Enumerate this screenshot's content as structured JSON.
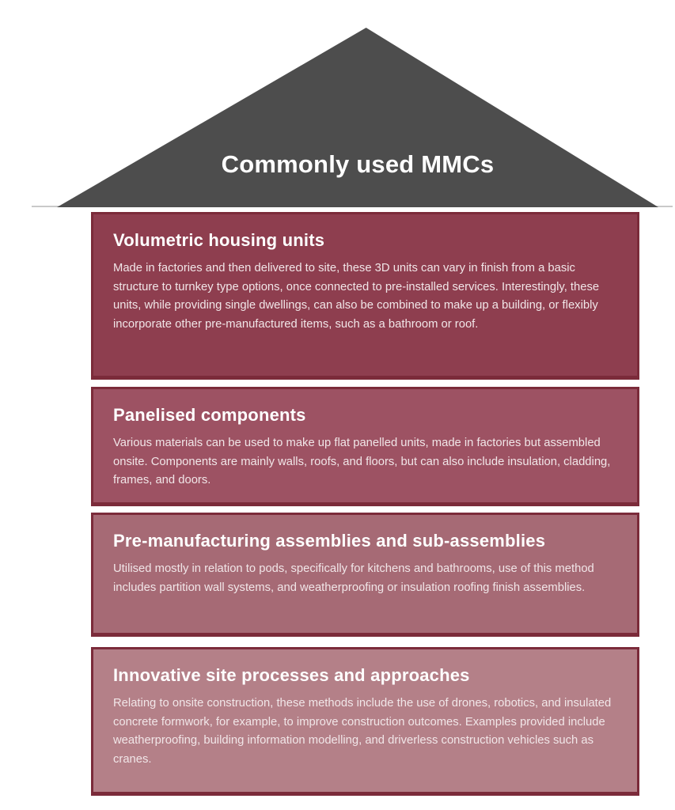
{
  "title": "Commonly used MMCs",
  "colors": {
    "roof": "#4d4d4d",
    "box_border": "#7b2b3a",
    "heading_text": "#ffffff",
    "body_text": "#f1e6e8",
    "background": "#ffffff",
    "baseline": "#c9c9c9"
  },
  "sections": [
    {
      "heading": "Volumetric housing units",
      "body": "Made in factories and then delivered to site, these 3D units can vary in finish from a basic structure to turnkey type options, once connected to pre-installed services. Interestingly, these units, while providing single dwellings, can also be combined to make up a building, or flexibly incorporate other pre-manufactured items, such as a bathroom or roof.",
      "fill": "#8e3e4f"
    },
    {
      "heading": "Panelised components",
      "body": "Various materials can be used to make up flat panelled units, made in factories but assembled onsite. Components are mainly walls, roofs, and floors, but can also include insulation, cladding, frames, and doors.",
      "fill": "#9d5263"
    },
    {
      "heading": "Pre-manufacturing assemblies and sub-assemblies",
      "body": "Utilised mostly in relation to pods, specifically for kitchens and bathrooms, use of this method includes partition wall systems, and weatherproofing or insulation roofing finish assemblies.",
      "fill": "#a66a75"
    },
    {
      "heading": "Innovative site processes and approaches",
      "body": "Relating to onsite construction, these methods include the use of drones, robotics, and insulated concrete formwork, for example, to improve construction outcomes. Examples provided include weatherproofing, building information modelling, and driverless construction vehicles such as cranes.",
      "fill": "#b48088"
    }
  ]
}
